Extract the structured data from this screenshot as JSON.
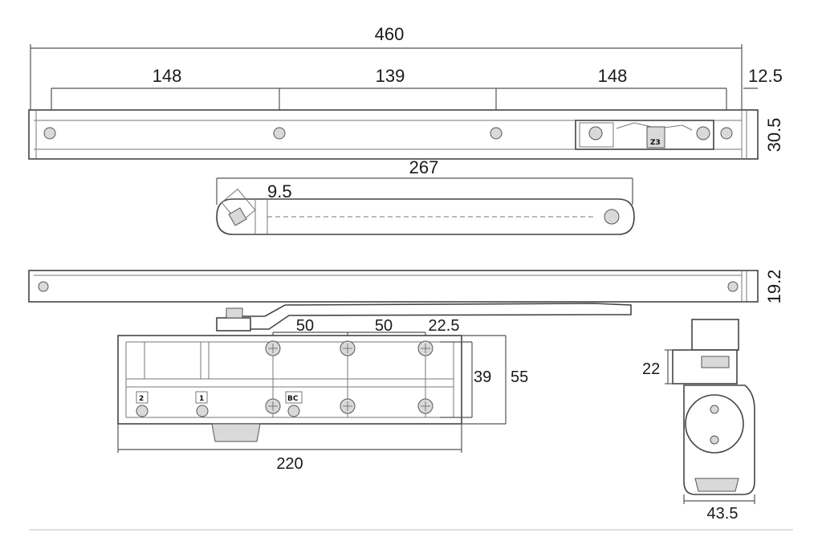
{
  "dimensions": {
    "track_total_length": "460",
    "track_hole_spacing_left": "148",
    "track_hole_spacing_middle": "139",
    "track_hole_spacing_right": "148",
    "track_end_offset": "12.5",
    "track_height": "30.5",
    "arm_length": "267",
    "arm_width": "9.5",
    "rail_height": "19.2",
    "body_screw_spacing_1": "50",
    "body_screw_spacing_2": "50",
    "body_screw_offset": "22.5",
    "body_inner_height": "39",
    "body_height": "55",
    "body_length": "220",
    "side_top_height": "22",
    "side_depth": "43.5"
  },
  "valve_labels": {
    "valve_2": "2",
    "valve_1": "1",
    "valve_bc": "BC"
  },
  "slider_label": "Z3"
}
